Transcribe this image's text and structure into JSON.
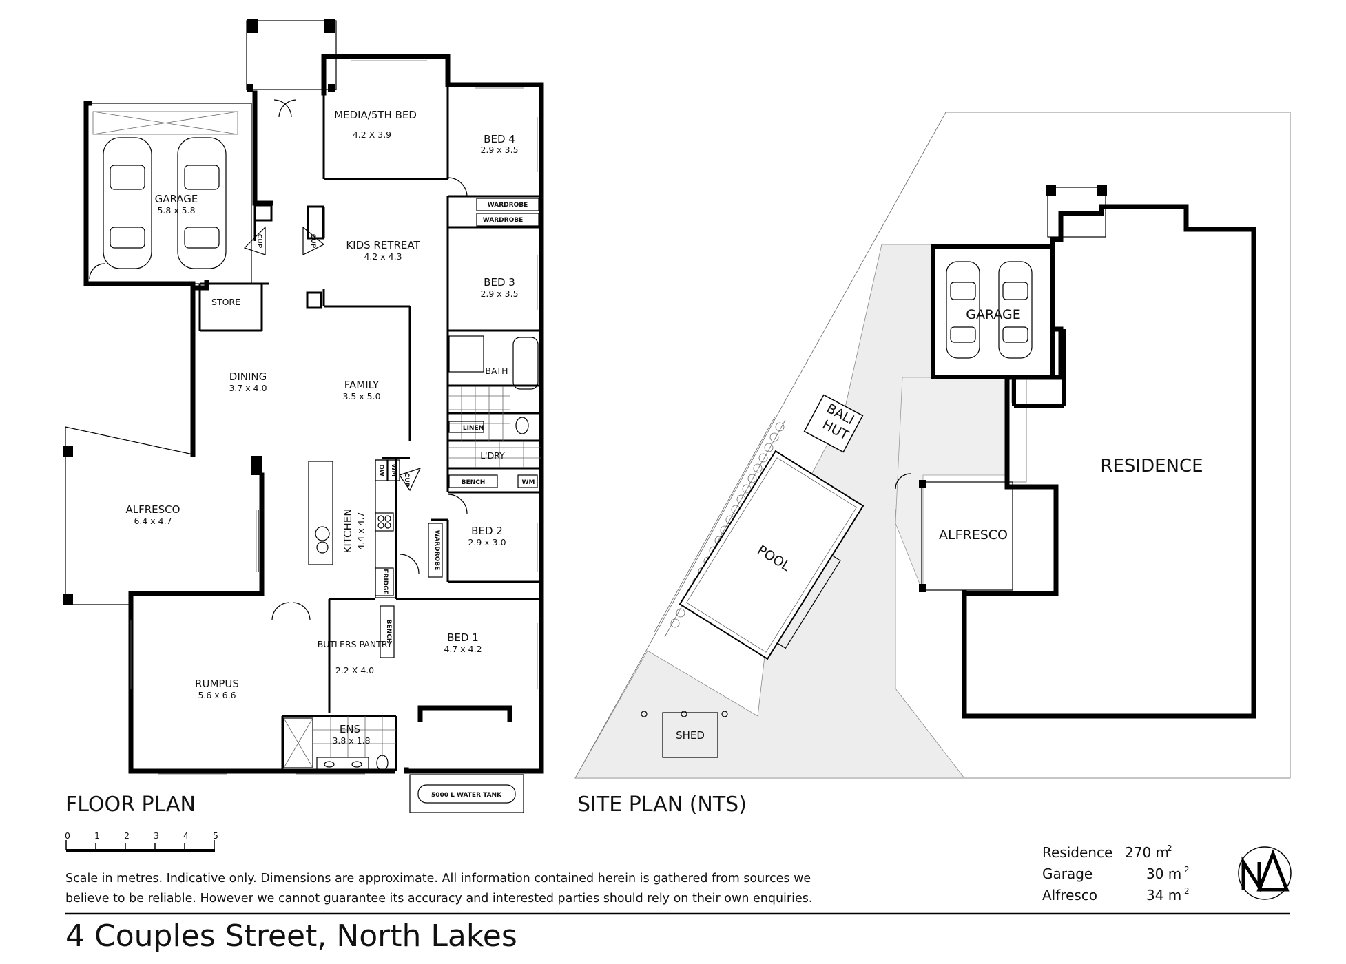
{
  "floor_plan": {
    "heading": "FLOOR PLAN",
    "rooms": [
      {
        "name": "MEDIA/5TH BED",
        "dims": "4.2 X 3.9"
      },
      {
        "name": "BED 4",
        "dims": "2.9 x 3.5"
      },
      {
        "name": "GARAGE",
        "dims": "5.8 x 5.8"
      },
      {
        "name": "KIDS RETREAT",
        "dims": "4.2 x 4.3"
      },
      {
        "name": "BED 3",
        "dims": "2.9 x 3.5"
      },
      {
        "name": "STORE",
        "dims": ""
      },
      {
        "name": "DINING",
        "dims": "3.7 x 4.0"
      },
      {
        "name": "FAMILY",
        "dims": "3.5 x 5.0"
      },
      {
        "name": "BATH",
        "dims": ""
      },
      {
        "name": "L'DRY",
        "dims": ""
      },
      {
        "name": "ALFRESCO",
        "dims": "6.4 x 4.7"
      },
      {
        "name": "KITCHEN",
        "dims": "4.4 x 4.7"
      },
      {
        "name": "BED 2",
        "dims": "2.9 x 3.0"
      },
      {
        "name": "BUTLERS PANTRY",
        "dims": "2.2 X 4.0"
      },
      {
        "name": "BED 1",
        "dims": "4.7 x 4.2"
      },
      {
        "name": "RUMPUS",
        "dims": "5.6 x 6.6"
      },
      {
        "name": "ENS",
        "dims": "3.8 x 1.8"
      }
    ],
    "fixtures": {
      "wardrobe": "WARDROBE",
      "cup": "CUP",
      "linen": "LINEN",
      "bench": "BENCH",
      "fridge": "FRIDGE",
      "wm": "WM",
      "dw": "DW",
      "water_tank": "5000 L WATER TANK"
    }
  },
  "site_plan": {
    "heading": "SITE PLAN (NTS)",
    "labels": {
      "garage": "GARAGE",
      "residence": "RESIDENCE",
      "alfresco": "ALFRESCO",
      "bali_hut_1": "BALI",
      "bali_hut_2": "HUT",
      "pool": "POOL",
      "shed": "SHED"
    }
  },
  "scale_bar": {
    "ticks": [
      "0",
      "1",
      "2",
      "3",
      "4",
      "5"
    ],
    "unit_note": "Scale in metres."
  },
  "disclaimer": {
    "line1": "Scale in metres. Indicative only. Dimensions are approximate.  All information contained herein is gathered from sources we",
    "line2": "believe to be reliable. However we cannot guarantee its accuracy and interested parties should rely on their own enquiries."
  },
  "areas": [
    {
      "label": "Residence",
      "value": "270 m",
      "sup": "2"
    },
    {
      "label": "Garage",
      "value": "30 m",
      "sup": "2"
    },
    {
      "label": "Alfresco",
      "value": "34 m",
      "sup": "2"
    }
  ],
  "address": "4 Couples Street, North Lakes",
  "compass": {
    "letters": "N",
    "icon": "north-arrow-icon"
  }
}
